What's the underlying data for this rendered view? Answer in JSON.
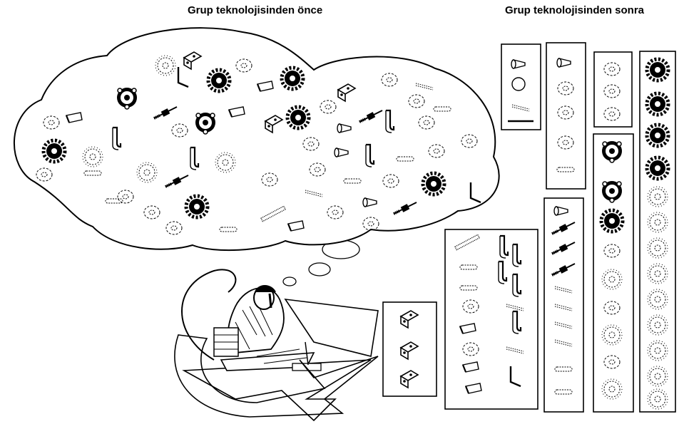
{
  "headings": {
    "before": "Grup teknolojisinden önce",
    "after": "Grup teknolojisinden sonra"
  },
  "colors": {
    "ink": "#000000",
    "paper": "#ffffff"
  },
  "icons": {
    "cloud_parts": [
      "bracket",
      "gear",
      "flange",
      "shaft",
      "washer",
      "hook",
      "spring",
      "pin",
      "wedge",
      "l-wrench",
      "cone-pin",
      "bolt"
    ],
    "group_boxes": [
      "cone-pin-group",
      "shaft-group",
      "washer-group",
      "gear-group",
      "flange-group",
      "bolt-group",
      "hook-spring-group",
      "bracket-group"
    ]
  }
}
